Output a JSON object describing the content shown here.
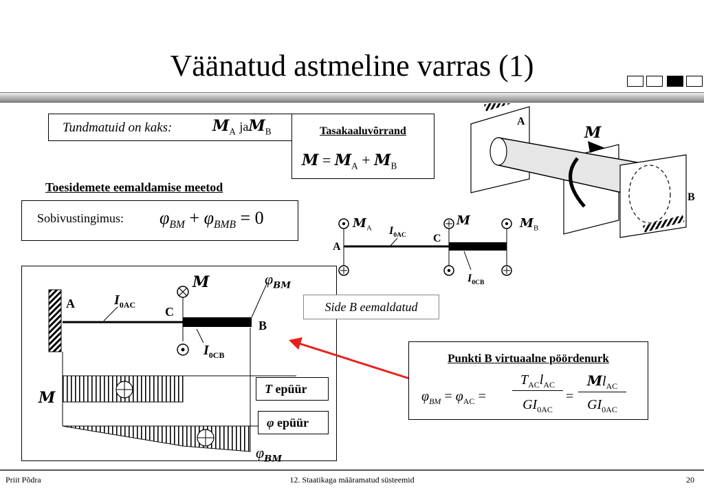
{
  "slide": {
    "title": "Väänatud astmeline varras (1)",
    "footer_left": "Priit Põdra",
    "footer_center": "12. Staatikaga määramatud süsteemid",
    "page_number": "20"
  },
  "unknowns_box": {
    "label": "Tundmatuid on kaks:",
    "sym_m": "M",
    "sub_a": "A",
    "conj": "ja",
    "sub_b": "B"
  },
  "equilibrium_box": {
    "heading": "Tasakaaluvõrrand",
    "formula_sym": "M",
    "eq": "=",
    "plus": "+",
    "sub_a": "A",
    "sub_b": "B"
  },
  "methods_heading": "Toesidemete eemaldamise meetod",
  "compat_box": {
    "label": "Sobivustingimus:",
    "phi": "φ",
    "sub1": "BM",
    "plus": "+",
    "sub2": "BMB",
    "equals": "= 0"
  },
  "schematic": {
    "label_A": "A",
    "label_C": "C",
    "m_a": "A",
    "m_b": "B",
    "sym": "M",
    "i_ac": "I",
    "i_ac_sub": "0AC",
    "i_cb_sub": "0CB"
  },
  "removed_label": "Side B eemaldatud",
  "virtual_box": {
    "heading": "Punkti B virtuaalne pöördenurk",
    "phi": "φ",
    "sub_bm": "BM",
    "sub_ac": "AC",
    "T": "T",
    "l": "l",
    "G": "G",
    "I": "I",
    "sub_0ac": "0AC",
    "eq": "="
  },
  "main_diagram": {
    "label_A": "A",
    "label_C": "C",
    "label_B": "B",
    "sym": "M",
    "i_letter": "I",
    "i_ac_sub": "0AC",
    "i_cb_sub": "0CB",
    "phi": "φ",
    "phi_sub": "BM",
    "t_diagram_T": "T",
    "t_diagram_word": "epüür",
    "phi_diagram_phi": "φ",
    "phi_diagram_word": "epüür"
  },
  "drawing_3d": {
    "label_A": "A",
    "label_B": "B",
    "sym": "M"
  },
  "colors": {
    "arrow": "#e8201c",
    "band": "#9a9a9a"
  },
  "nav_squares": [
    "off",
    "off",
    "on",
    "off"
  ]
}
